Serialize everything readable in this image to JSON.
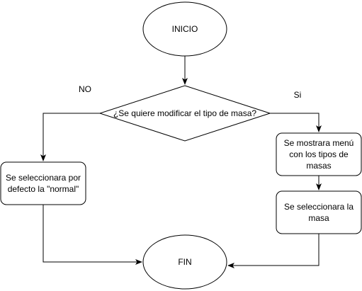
{
  "nodes": {
    "start": "INICIO",
    "decision": "¿Se quiere modificar el tipo de masa?",
    "default_select": "Se seleccionara por\ndefecto la \"normal\"",
    "show_menu": "Se mostrara menú\ncon los tipos de\nmasas",
    "select_mass": "Se seleccionara la\nmasa",
    "end": "FIN"
  },
  "edges": {
    "no_label": "NO",
    "yes_label": "Si"
  },
  "colors": {
    "stroke": "#000000",
    "fill": "#ffffff"
  }
}
